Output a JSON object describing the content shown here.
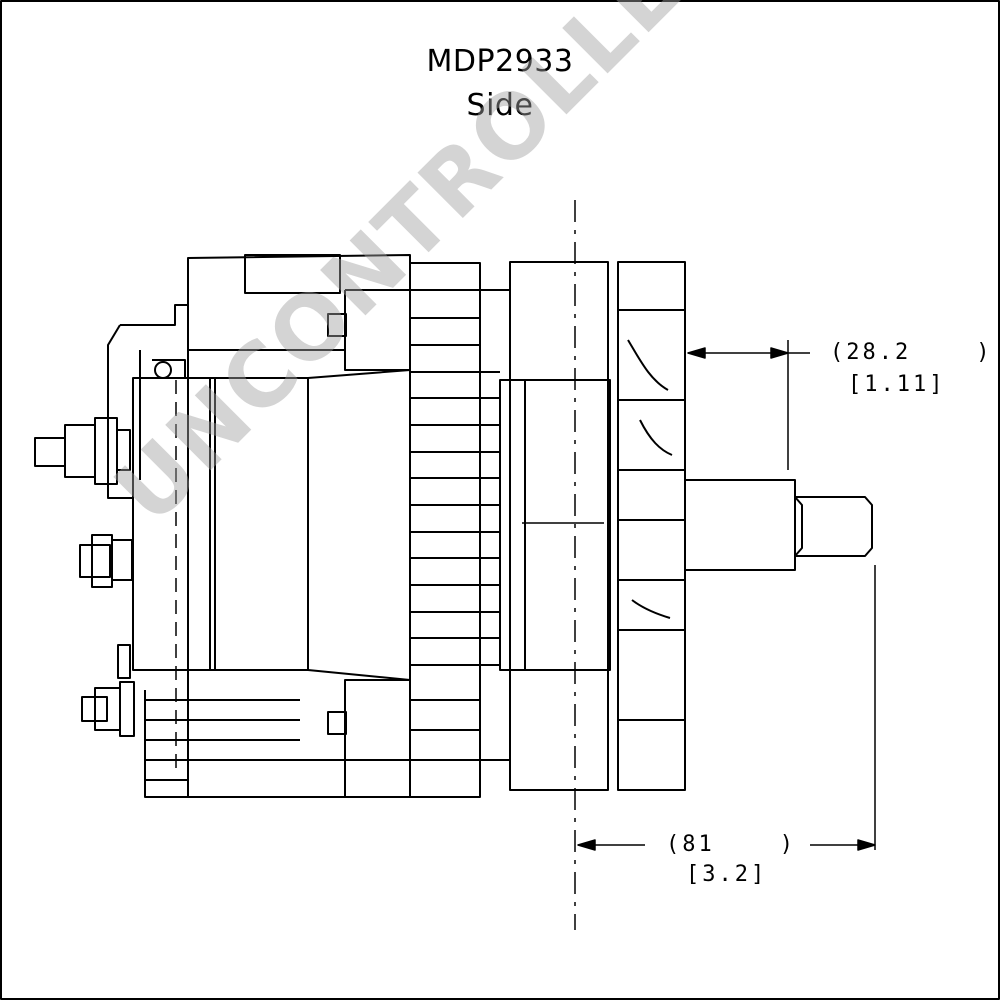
{
  "drawing": {
    "title": "MDP2933",
    "view": "Side"
  },
  "dimensions": {
    "flange_to_pulley": {
      "mm": "(28.2    )",
      "inch": "[1.11]"
    },
    "overall_shaft": {
      "mm": "(81    )",
      "inch": "[3.2]"
    }
  },
  "watermark": "UNCONTROLLED COPY"
}
